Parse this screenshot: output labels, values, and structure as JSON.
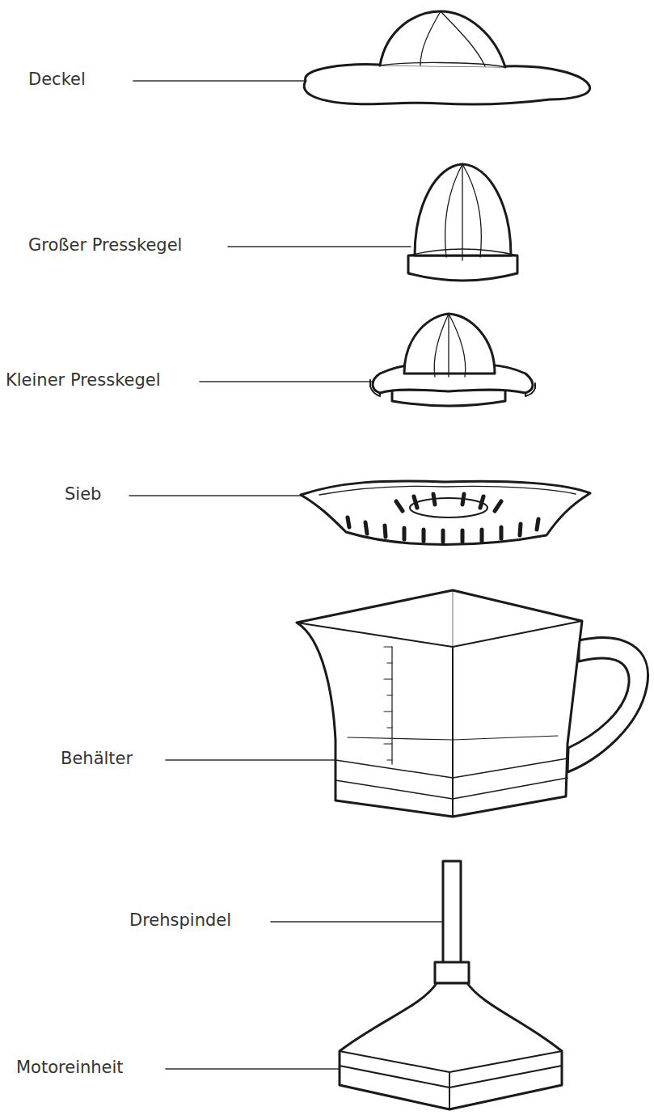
{
  "diagram": {
    "labels": [
      "Deckel",
      "Großer Presskegel",
      "Kleiner Presskegel",
      "Sieb",
      "Behälter",
      "Drehspindel",
      "Motoreinheit"
    ]
  }
}
